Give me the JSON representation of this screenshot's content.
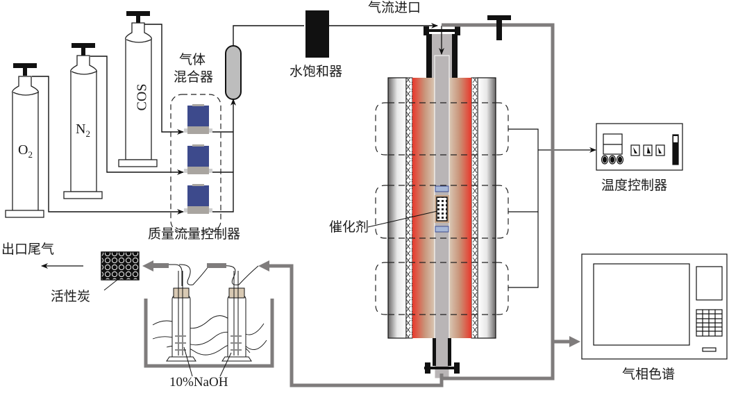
{
  "diagram": {
    "title": "COS catalytic hydrolysis experimental setup",
    "cylinders": [
      {
        "id": "o2",
        "label": "O",
        "sub": "2"
      },
      {
        "id": "n2",
        "label": "N",
        "sub": "2"
      },
      {
        "id": "cos",
        "label": "COS"
      }
    ],
    "labels": {
      "gas_mixer": [
        "气体",
        "混合器"
      ],
      "water_saturator": "水饱和器",
      "gas_inlet": "气流进口",
      "mass_flow_controller": "质量流量控制器",
      "catalyst": "催化剂",
      "temperature_controller": "温度控制器",
      "gas_chromatograph": "气相色谱",
      "outlet_tail_gas": "出口尾气",
      "activated_carbon": "活性炭",
      "naoh": "10%NaOH"
    },
    "colors": {
      "mfc_body": "#3d4a8c",
      "mfc_base": "#a9a5a0",
      "heater_red": "#e8382b",
      "heater_tan": "#c9a98c",
      "tube_gray": "#b9b5b6",
      "pipe_gray": "#7f7c7c"
    }
  }
}
